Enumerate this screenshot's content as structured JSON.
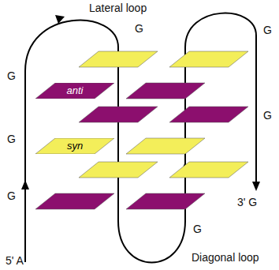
{
  "diagram": {
    "nodes": [
      {
        "text": [
          "anti"
        ]
      },
      {
        "text": [
          "syn"
        ]
      }
    ],
    "labels": [
      "Lateral loop",
      "G",
      "G",
      "G",
      "G",
      "G",
      "G",
      "G",
      "5' A",
      "3' G",
      "Diagonal loop"
    ]
  }
}
